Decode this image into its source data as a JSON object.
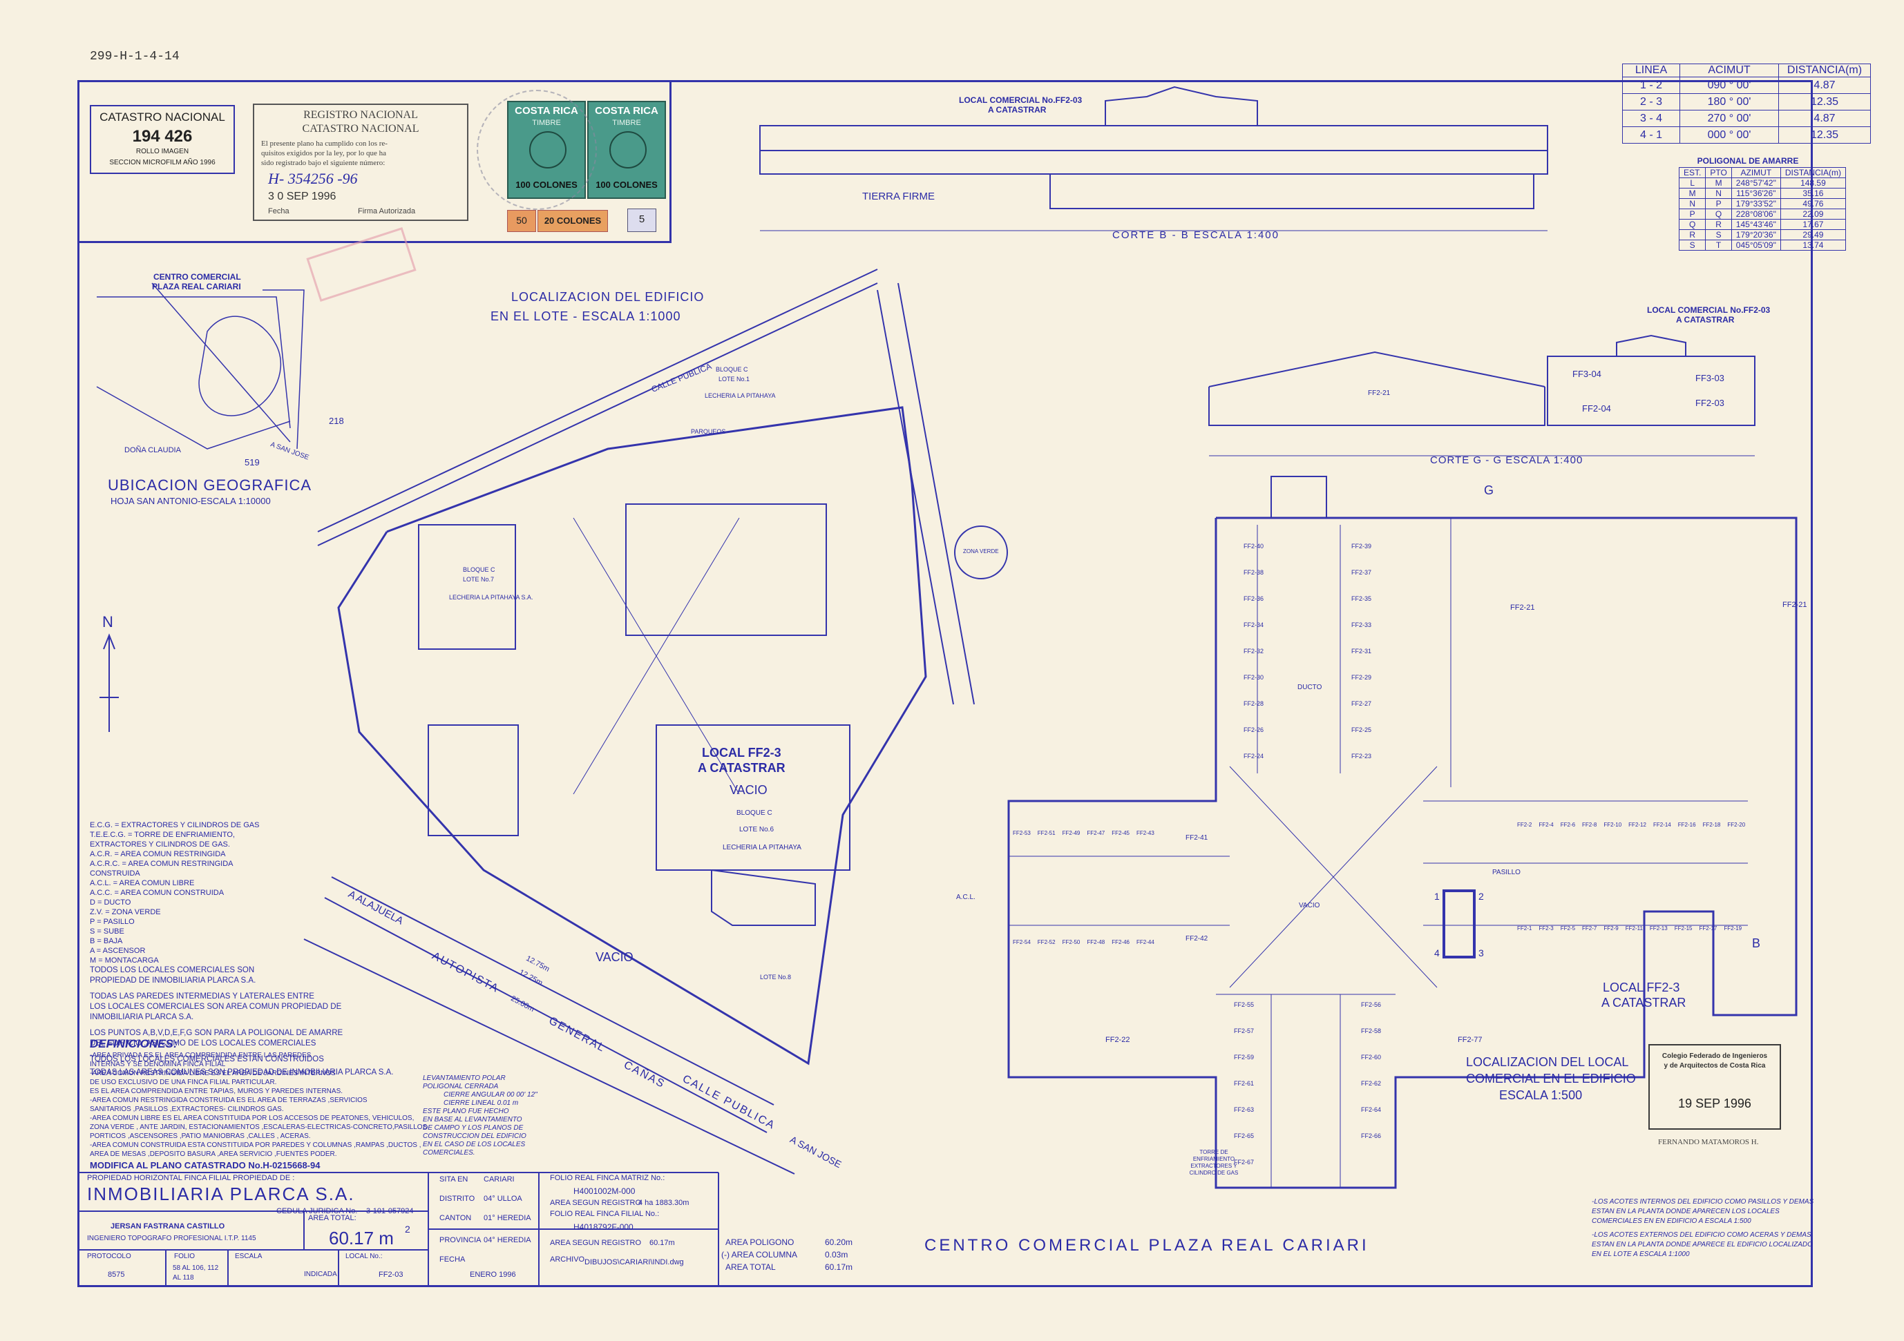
{
  "sheet_id": "299-H-1-4-14",
  "catastro": {
    "title": "CATASTRO NACIONAL",
    "number": "194 426",
    "line1": "ROLLO IMAGEN",
    "line2": "SECCION MICROFILM AÑO 1996"
  },
  "registro": {
    "line1": "REGISTRO NACIONAL",
    "line2": "CATASTRO NACIONAL",
    "body1": "El presente plano ha cumplido con los re-",
    "body2": "quisitos exigidos por la ley, por lo que ha",
    "body3": "sido registrado bajo el siguiente número:",
    "number": "H- 354256 -96",
    "date": "3 0 SEP 1996",
    "fecha_label": "Fecha",
    "firma_label": "Firma Autorizada"
  },
  "stamps": {
    "country": "COSTA RICA",
    "word": "TIMBRE",
    "value": "100 COLONES",
    "small_a": "50",
    "small_b": "20 COLONES",
    "small_c": "5"
  },
  "azimut_table": {
    "headers": [
      "LINEA",
      "ACIMUT",
      "DISTANCIA(m)"
    ],
    "rows": [
      [
        "1 - 2",
        "090 ° 00'",
        "4.87"
      ],
      [
        "2 - 3",
        "180 ° 00'",
        "12.35"
      ],
      [
        "3 - 4",
        "270 ° 00'",
        "4.87"
      ],
      [
        "4 - 1",
        "000 ° 00'",
        "12.35"
      ]
    ]
  },
  "poligonal_table": {
    "title": "POLIGONAL DE AMARRE",
    "headers": [
      "EST.",
      "PTO",
      "AZIMUT",
      "DISTANCIA(m)"
    ],
    "rows": [
      [
        "L",
        "M",
        "248°57'42\"",
        "148.59"
      ],
      [
        "M",
        "N",
        "115°36'26\"",
        "35.16"
      ],
      [
        "N",
        "P",
        "179°33'52\"",
        "49.76"
      ],
      [
        "P",
        "Q",
        "228°08'06\"",
        "22.09"
      ],
      [
        "Q",
        "R",
        "145°43'46\"",
        "17.67"
      ],
      [
        "R",
        "S",
        "179°20'36\"",
        "29.49"
      ],
      [
        "S",
        "T",
        "045°05'09\"",
        "13.74"
      ]
    ]
  },
  "corte_bb": {
    "local": "LOCAL COMERCIAL No.FF2-03",
    "a_catastrar": "A CATASTRAR",
    "tierra": "TIERRA FIRME",
    "caption": "CORTE  B - B  ESCALA 1:400"
  },
  "corte_gg": {
    "local": "LOCAL COMERCIAL No.FF2-03",
    "a_catastrar": "A CATASTRAR",
    "caption": "CORTE  G - G      ESCALA 1:400",
    "ff3_04": "FF3-04",
    "ff3_03": "FF3-03",
    "ff2_04": "FF2-04",
    "ff2_03": "FF2-03",
    "ff2_21": "FF2-21"
  },
  "ubicacion": {
    "center_a": "CENTRO COMERCIAL",
    "center_b": "PLAZA REAL CARIARI",
    "title": "UBICACION GEOGRAFICA",
    "sub": "HOJA SAN ANTONIO-ESCALA 1:10000",
    "n_218": "218",
    "n_519": "519",
    "dona": "DOÑA CLAUDIA",
    "sanjose": "A SAN JOSE"
  },
  "localizacion_edificio": {
    "line1": "LOCALIZACION DEL EDIFICIO",
    "line2": "EN EL LOTE  -  ESCALA 1:1000"
  },
  "site": {
    "north": "N",
    "calle_publica": "CALLE PUBLICA",
    "local_a": "LOCAL  FF2-3",
    "local_b": "A CATASTRAR",
    "vacio": "VACIO",
    "vacio2": "VACIO",
    "bloque": "BLOQUE C",
    "lote": "LOTE No.6",
    "lecheria": "LECHERIA LA PITAHAYA",
    "bloque2": "BLOQUE C",
    "lote2": "LOTE No.7",
    "lecheria2": "LECHERIA LA PITAHAYA S.A.",
    "bloque3": "BLOQUE C",
    "lote3": "LOTE No.1",
    "lecheria3": "LECHERIA LA PITAHAYA",
    "parqueos": "PARQUEOS",
    "zona_verde": "ZONA VERDE",
    "lote8": "LOTE No.8",
    "alajuela": "A ALAJUELA",
    "autopista": "AUTOPISTA",
    "general": "GENERAL",
    "canas": "CAÑAS",
    "calle_publica2": "CALLE PUBLICA",
    "sanjose": "A SAN JOSE",
    "dim1": "12.75m",
    "dim2": "12.25m",
    "dim3": "25.00m"
  },
  "legend_lines": [
    "E.C.G. = EXTRACTORES Y CILINDROS DE GAS",
    "T.E.E.C.G. = TORRE DE ENFRIAMIENTO,",
    "EXTRACTORES Y CILINDROS DE GAS.",
    "A.C.R. = AREA COMUN RESTRINGIDA",
    "A.C.R.C. = AREA COMUN RESTRINGIDA",
    "CONSTRUIDA",
    "A.C.L. = AREA COMUN LIBRE",
    "A.C.C. = AREA COMUN CONSTRUIDA",
    "D = DUCTO",
    "Z.V. = ZONA VERDE",
    "P = PASILLO",
    "S = SUBE",
    "B = BAJA",
    "A = ASCENSOR",
    "M = MONTACARGA"
  ],
  "notes": [
    "TODOS LOS LOCALES COMERCIALES SON",
    "PROPIEDAD DE INMOBILIARIA PLARCA S.A.",
    "TODAS LAS PAREDES INTERMEDIAS Y LATERALES ENTRE",
    "LOS LOCALES COMERCIALES SON AREA COMUN PROPIEDAD DE",
    "INMOBILIARIA PLARCA S.A.",
    "LOS PUNTOS A,B,V,D,E,F,G SON PARA LA POLIGONAL DE AMARRE",
    "DEL EDIFICIO ,ASI COMO DE LOS LOCALES COMERCIALES",
    "TODOS LOS LOCALES COMERCIALES ESTAN CONSTRUIDOS",
    "TODAS LAS AREAS COMUNES SON PROPIEDAD DE INMOBILIARIA PLARCA S.A."
  ],
  "definiciones": {
    "title": "DEFINICIONES:",
    "lines": [
      "-AREA PRIVADA ES EL AREA COMPRENDIDA ENTRE LAS PAREDES",
      "INTERNAS Y SE DENOMINA FINCA FILIAL",
      "-AREA COMUN RESTRINGIDA LIBRE ES EL AREA DE JARDINES INTERNOS",
      "DE USO EXCLUSIVO DE UNA FINCA FILIAL PARTICULAR.",
      "ES EL AREA COMPRENDIDA ENTRE TAPIAS, MUROS Y PAREDES INTERNAS.",
      "-AREA COMUN RESTRINGIDA CONSTRUIDA ES EL AREA DE TERRAZAS ,SERVICIOS",
      "SANITARIOS ,PASILLOS ,EXTRACTORES- CILINDROS GAS.",
      "-AREA COMUN LIBRE ES EL AREA CONSTITUIDA POR LOS ACCESOS DE PEATONES, VEHICULOS,",
      "ZONA VERDE , ANTE JARDIN, ESTACIONAMIENTOS ,ESCALERAS-ELECTRICAS-CONCRETO,PASILLOS",
      "PORTICOS ,ASCENSORES ,PATIO MANIOBRAS ,CALLES , ACERAS.",
      "-AREA COMUN CONSTRUIDA ESTA CONSTITUIDA POR PAREDES Y COLUMNAS ,RAMPAS ,DUCTOS ,",
      "AREA DE MESAS ,DEPOSITO BASURA ,AREA SERVICIO ,FUENTES PODER."
    ],
    "modifica": "MODIFICA AL PLANO CATASTRADO No.H-0215668-94"
  },
  "levantamiento": [
    "LEVANTAMIENTO POLAR",
    "POLIGONAL CERRADA",
    "CIERRE ANGULAR  00 00' 12\"",
    "CIERRE LINEAL  0.01 m",
    "ESTE PLANO FUE HECHO",
    "EN BASE AL LEVANTAMIENTO",
    "DE CAMPO Y LOS PLANOS DE",
    "CONSTRUCCION DEL EDIFICIO",
    "EN EL CASO DE LOS LOCALES",
    "COMERCIALES."
  ],
  "plan": {
    "local_a": "LOCAL  FF2-3",
    "local_b": "A CATASTRAR",
    "loc_l1": "LOCALIZACION DEL LOCAL",
    "loc_l2": "COMERCIAL EN EL EDIFICIO",
    "loc_l3": "ESCALA   1:500",
    "ff2_21": "FF2-21",
    "ff2_22": "FF2-22",
    "ff2_77": "FF2-77",
    "vacio": "VACIO",
    "ducto": "DUCTO",
    "torre": "TORRE DE ENFRIAMIENTO EXTRACTORES Y CILINDRO DE GAS",
    "pt_g": "G",
    "pt_b": "B",
    "pt_4": "4",
    "pt_3": "3",
    "pt_1": "1",
    "pt_2": "2",
    "pasillo": "PASILLO",
    "acl": "A.C.L.",
    "left_units": [
      "FF2-40",
      "FF2-38",
      "FF2-36",
      "FF2-34",
      "FF2-32",
      "FF2-30",
      "FF2-28",
      "FF2-26",
      "FF2-24"
    ],
    "right_units": [
      "FF2-39",
      "FF2-37",
      "FF2-35",
      "FF2-33",
      "FF2-31",
      "FF2-29",
      "FF2-27",
      "FF2-25",
      "FF2-23"
    ],
    "west_top": [
      "FF2-53",
      "FF2-51",
      "FF2-49",
      "FF2-47",
      "FF2-45",
      "FF2-43"
    ],
    "west_bottom": [
      "FF2-54",
      "FF2-52",
      "FF2-50",
      "FF2-48",
      "FF2-46",
      "FF2-44"
    ],
    "east_top": [
      "FF2-2",
      "FF2-4",
      "FF2-6",
      "FF2-8",
      "FF2-10",
      "FF2-12",
      "FF2-14",
      "FF2-16",
      "FF2-18",
      "FF2-20"
    ],
    "east_bottom": [
      "FF2-1",
      "FF2-3",
      "FF2-5",
      "FF2-7",
      "FF2-9",
      "FF2-11",
      "FF2-13",
      "FF2-15",
      "FF2-17",
      "FF2-19"
    ],
    "south_left": [
      "FF2-55",
      "FF2-57",
      "FF2-59",
      "FF2-61",
      "FF2-63",
      "FF2-65",
      "FF2-67"
    ],
    "south_right": [
      "FF2-56",
      "FF2-58",
      "FF2-60",
      "FF2-62",
      "FF2-64",
      "FF2-66"
    ],
    "ff2_41": "FF2-41",
    "ff2_42": "FF2-42"
  },
  "colegio": {
    "l1": "Colegio Federado de Ingenieros",
    "l2": "y de Arquitectos de Costa Rica",
    "date": "19 SEP 1996",
    "name": "FERNANDO MATAMOROS H."
  },
  "title_block": {
    "propiedad": "PROPIEDAD HORIZONTAL FINCA FILIAL PROPIEDAD DE :",
    "owner": "INMOBILIARIA PLARCA S.A.",
    "cedula_label": "CEDULA JURIDICA No.",
    "cedula": "3-101-057924",
    "area_total_label": "AREA TOTAL:",
    "area_total": "60.17 m",
    "sup": "2",
    "engineer": "JERSAN FASTRANA CASTILLO",
    "engineer_title": "INGENIERO TOPOGRAFO PROFESIONAL I.T.P. 1145",
    "protocolo_label": "PROTOCOLO",
    "protocolo": "8575",
    "folio_label": "FOLIO",
    "folio": "58 AL 106, 112 AL 118",
    "escala_label": "ESCALA",
    "escala": "INDICADA",
    "local_label": "LOCAL No.:",
    "local": "FF2-03",
    "sita_label": "SITA EN",
    "sita": "CARIARI",
    "distrito_label": "DISTRITO",
    "distrito": "04° ULLOA",
    "canton_label": "CANTON",
    "canton": "01° HEREDIA",
    "provincia_label": "PROVINCIA",
    "provincia": "04° HEREDIA",
    "fecha_label": "FECHA",
    "fecha": "ENERO 1996",
    "folio_matriz_label": "FOLIO REAL FINCA MATRIZ No.:",
    "folio_matriz": "H4001002M-000",
    "area_registro_label": "AREA SEGUN REGISTRO",
    "area_registro": "4 ha 1883.30m",
    "folio_filial_label": "FOLIO REAL FINCA FILIAL No.:",
    "folio_filial": "H4018792F-000",
    "area_registro2_label": "AREA SEGUN REGISTRO",
    "area_registro2": "60.17m",
    "archivo_label": "ARCHIVO",
    "archivo": "DIBUJOS\\CARIARI\\INDI.dwg",
    "area_poligono_label": "AREA POLIGONO",
    "area_poligono": "60.20m",
    "menos_label": "(-) AREA COLUMNA",
    "area_columna": "0.03m",
    "area_total2_label": "AREA TOTAL",
    "area_total2": "60.17m"
  },
  "center_title": "CENTRO  COMERCIAL  PLAZA  REAL  CARIARI",
  "bottom_notes": [
    "-LOS ACOTES INTERNOS DEL EDIFICIO COMO PASILLOS Y DEMAS",
    "ESTAN EN LA PLANTA DONDE APARECEN LOS LOCALES",
    "COMERCIALES EN EN EDIFICIO A ESCALA 1:500",
    "-LOS ACOTES EXTERNOS DEL EDIFICIO COMO ACERAS Y DEMAS",
    "ESTAN EN LA PLANTA DONDE APARECE EL EDIFICIO LOCALIZADO",
    "EN EL LOTE A ESCALA 1:1000"
  ]
}
